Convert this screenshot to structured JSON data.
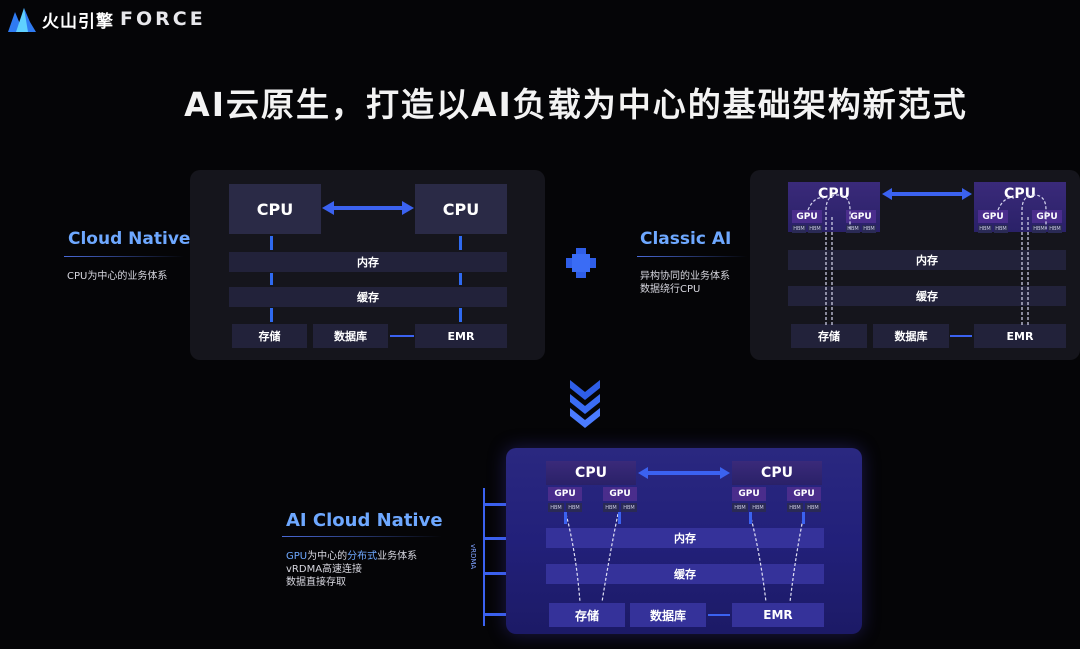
{
  "header": {
    "logo_cn": "火山引擎",
    "logo_en": "FORCE",
    "title": "AI云原生，打造以AI负载为中心的基础架构新范式"
  },
  "cloud_native": {
    "label": "Cloud Native",
    "desc": "CPU为中心的业务体系",
    "cpu_left": "CPU",
    "cpu_right": "CPU",
    "memory": "内存",
    "cache": "缓存",
    "storage": "存储",
    "database": "数据库",
    "emr": "EMR"
  },
  "classic_ai": {
    "label": "Classic AI",
    "desc_line1": "异构协同的业务体系",
    "desc_line2": "数据绕行CPU",
    "cpu_left": "CPU",
    "cpu_right": "CPU",
    "gpu": "GPU",
    "hbm": "HBM",
    "memory": "内存",
    "cache": "缓存",
    "storage": "存储",
    "database": "数据库",
    "emr": "EMR"
  },
  "ai_cloud_native": {
    "label": "AI Cloud Native",
    "desc_line1_hl1": "GPU",
    "desc_line1_a": "为中心的",
    "desc_line1_hl2": "分布式",
    "desc_line1_b": "业务体系",
    "desc_line2": "vRDMA高速连接",
    "desc_line3": "数据直接存取",
    "vrdma": "vRDMA",
    "cpu_left": "CPU",
    "cpu_right": "CPU",
    "gpu": "GPU",
    "hbm": "HBM",
    "memory": "内存",
    "cache": "缓存",
    "storage": "存储",
    "database": "数据库",
    "emr": "EMR"
  },
  "colors": {
    "accent_blue": "#3b62f0",
    "label_blue": "#6ea8ff",
    "gpu_purple": "#4a2d8c",
    "ai_panel": "#2a2880"
  }
}
